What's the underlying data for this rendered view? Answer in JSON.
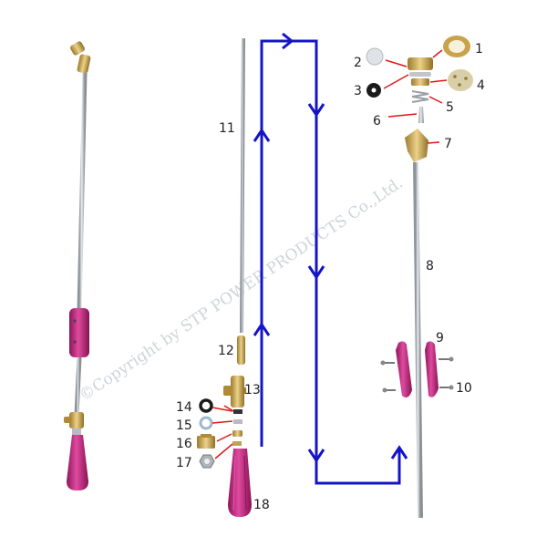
{
  "watermark": "©Copyright by STP POWER PRODUCTS Co.,Ltd.",
  "colors": {
    "rod": "#b9bfc5",
    "brass": "#c9a24a",
    "magenta": "#c0267e",
    "arrow": "#1414c8",
    "leader": "#e01818"
  },
  "part_labels": [
    "1",
    "2",
    "3",
    "4",
    "5",
    "6",
    "7",
    "8",
    "9",
    "10",
    "11",
    "12",
    "13",
    "14",
    "15",
    "16",
    "17",
    "18"
  ],
  "icons": {
    "arrow": "blue-flow-arrow",
    "leader": "red-leader-line"
  }
}
